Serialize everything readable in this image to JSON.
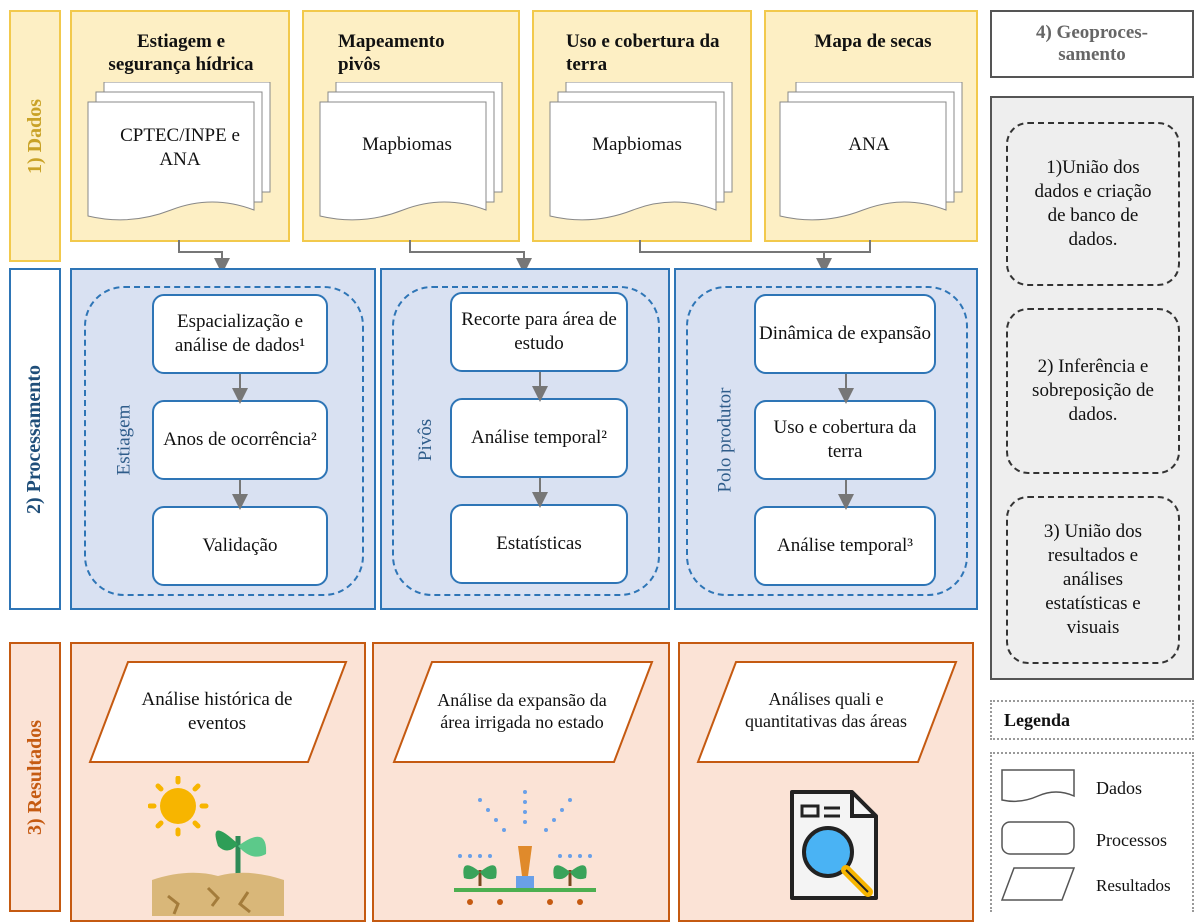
{
  "row_labels": {
    "dados": "1) Dados",
    "processamento": "2) Processamento",
    "resultados": "3) Resultados"
  },
  "data_sources": [
    {
      "title": "Estiagem e segurança hídrica",
      "source": "CPTEC/INPE e ANA"
    },
    {
      "title": "Mapeamento pivôs",
      "source": "Mapbiomas"
    },
    {
      "title": "Uso e cobertura da terra",
      "source": "Mapbiomas"
    },
    {
      "title": "Mapa de secas",
      "source": "ANA"
    }
  ],
  "processing": [
    {
      "group": "Estiagem",
      "steps": [
        "Espacialização e análise de dados¹",
        "Anos de ocorrência²",
        "Validação"
      ]
    },
    {
      "group": "Pivôs",
      "steps": [
        "Recorte para área de estudo",
        "Análise temporal²",
        "Estatísticas"
      ]
    },
    {
      "group": "Polo produtor",
      "steps": [
        "Dinâmica de expansão",
        "Uso e cobertura da terra",
        "Análise temporal³"
      ]
    }
  ],
  "results": [
    {
      "text": "Análise histórica de eventos",
      "icon": "drought-plant-icon"
    },
    {
      "text": "Análise da expansão da área irrigada no estado",
      "icon": "irrigation-sprinkler-icon"
    },
    {
      "text": "Análises quali e quantitativas das áreas",
      "icon": "document-magnifier-icon"
    }
  ],
  "geoprocessing": {
    "title": "4) Geoprocessamento",
    "title_lines": [
      "4) Geoproces-",
      "samento"
    ],
    "steps": [
      "1)União dos dados e criação de banco de dados.",
      "2) Inferência e sobreposição de dados.",
      "3) União dos resultados e análises estatísticas e visuais"
    ]
  },
  "legend": {
    "title": "Legenda",
    "items": [
      {
        "shape": "document",
        "label": "Dados"
      },
      {
        "shape": "rounded-rectangle",
        "label": "Processos"
      },
      {
        "shape": "parallelogram",
        "label": "Resultados"
      }
    ]
  },
  "colors": {
    "dados_fill": "#fdefc4",
    "dados_border": "#f2c94c",
    "proc_fill": "#d9e1f2",
    "proc_border": "#2e75b6",
    "res_fill": "#fbe3d6",
    "res_border": "#c55a11",
    "dados_label": "#c9a227",
    "proc_label": "#1f4e79",
    "res_label": "#c55a11"
  }
}
